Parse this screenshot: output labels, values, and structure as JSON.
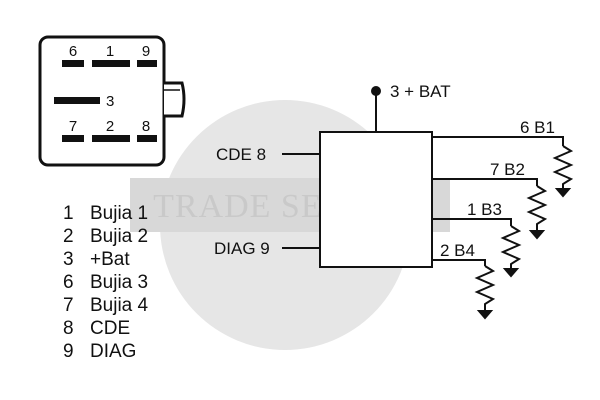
{
  "watermark": {
    "text": "TRADE SERVICE"
  },
  "connector": {
    "pins_top": [
      "6",
      "1",
      "9"
    ],
    "pin_middle": "3",
    "pins_bottom": [
      "7",
      "2",
      "8"
    ]
  },
  "schematic": {
    "bat_label": "3 + BAT",
    "cde_label": "CDE 8",
    "diag_label": "DIAG 9",
    "outputs": [
      "6 B1",
      "7 B2",
      "1 B3",
      "2 B4"
    ]
  },
  "legend": [
    {
      "num": "1",
      "text": "Bujia 1"
    },
    {
      "num": "2",
      "text": "Bujia 2"
    },
    {
      "num": "3",
      "text": "+Bat"
    },
    {
      "num": "6",
      "text": "Bujia 3"
    },
    {
      "num": "7",
      "text": "Bujia 4"
    },
    {
      "num": "8",
      "text": "CDE"
    },
    {
      "num": "9",
      "text": "DIAG"
    }
  ],
  "colors": {
    "ink": "#111111",
    "watermark": "#c9c9c9",
    "watermark_circle": "#e6e6e6"
  }
}
